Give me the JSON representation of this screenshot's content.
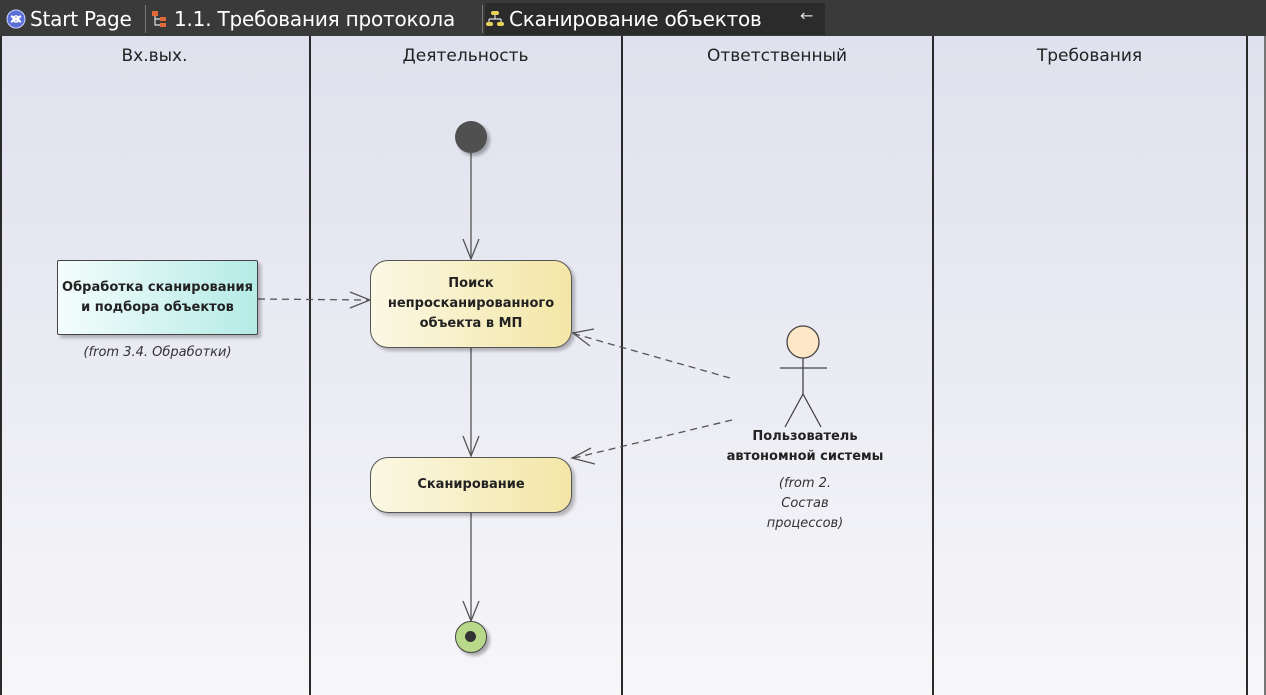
{
  "tabs": [
    {
      "label": "Start Page",
      "icon": "start-page-icon"
    },
    {
      "label": "1.1. Требования протокола",
      "icon": "requirements-diagram-icon"
    },
    {
      "label": "Сканирование объектов",
      "icon": "activity-diagram-icon"
    }
  ],
  "back_icon": "arrow-left-icon",
  "diagram": {
    "lanes": [
      "Вх.вых.",
      "Деятельность",
      "Ответственный",
      "Требования"
    ],
    "ref_activity": {
      "line1": "Обработка сканирования",
      "line2": "и подбора объектов",
      "from_note": "(from 3.4. Обработки)"
    },
    "activity1": {
      "line1": "Поиск",
      "line2": "непросканированного",
      "line3": "объекта в МП"
    },
    "activity2": {
      "label": "Сканирование"
    },
    "actor": {
      "line1": "Пользователь",
      "line2": "автономной системы",
      "note1": "(from 2.",
      "note2": "Состав",
      "note3": "процессов)"
    }
  },
  "colors": {
    "tabbar": "#3a3a3a",
    "activity_fill": "#f3e6a6",
    "ref_fill": "#b5ebe6",
    "actor_head": "#fde7c7",
    "final_node": "#b8d98a",
    "initial_node": "#505050"
  }
}
